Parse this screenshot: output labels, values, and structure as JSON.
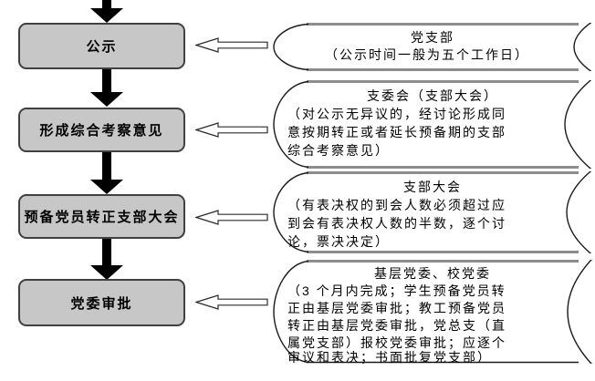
{
  "flow": {
    "steps": [
      {
        "label": "公示"
      },
      {
        "label": "形成综合考察意见"
      },
      {
        "label": "预备党员转正支部大会"
      },
      {
        "label": "党委审批"
      }
    ]
  },
  "annotations": [
    {
      "org": "党支部",
      "lines": [
        "（公示时间一般为五个工作日）"
      ]
    },
    {
      "org": "支委会（支部大会）",
      "lines": [
        "（对公示无异议的，经讨论形成同",
        "意按期转正或者延长预备期的支部",
        "综合考察意见）"
      ]
    },
    {
      "org": "支部大会",
      "lines": [
        "（有表决权的到会人数必须超过应",
        "到会有表决权人数的半数，逐个讨",
        "论，票决决定）"
      ]
    },
    {
      "org": "基层党委、校党委",
      "lines": [
        "（3 个月内完成；学生预备党员转",
        "正由基层党委审批；教工预备党员",
        "转正由基层党委审批，党总支（直",
        "属党支部）报校党委审批；应逐个",
        "审议和表决；书面批复党支部）"
      ]
    }
  ],
  "colors": {
    "box_fill": "#c7c7c7",
    "box_border": "#404040",
    "callout_line_gray": "#8c8c8c",
    "callout_curve_black": "#1a1a1a",
    "arrow_solid": "#000000",
    "arrow_outline_fill": "#ffffff",
    "arrow_outline_stroke": "#2b2b2b"
  }
}
